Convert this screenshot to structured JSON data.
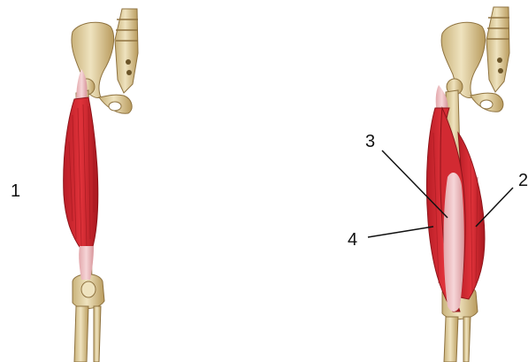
{
  "labels": {
    "left_figure_number": "1",
    "label_2": "2",
    "label_3": "3",
    "label_4": "4"
  },
  "colors": {
    "background": "#ffffff",
    "bone": "#e9dcb2",
    "bone_shadow": "#c9b27a",
    "bone_dark": "#8f7340",
    "muscle": "#d8262e",
    "muscle_dark": "#a91a22",
    "tendon": "#efc6c8",
    "leader_line": "#111111"
  }
}
